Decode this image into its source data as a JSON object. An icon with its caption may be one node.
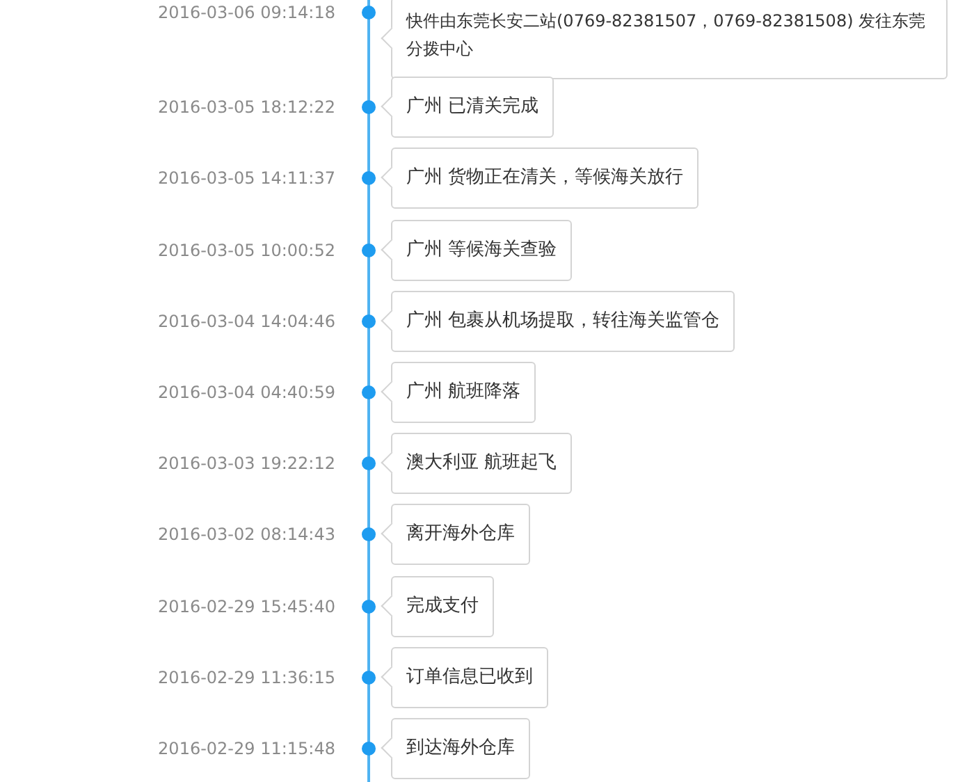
{
  "diagram": {
    "nodes": [
      {
        "text": [
          "快件由东莞长安二站(0769-82381507，0769-82381508) 发往东莞分拨中心"
        ],
        "beside": [
          "2016-03-06 09:14:18"
        ]
      },
      {
        "text": [
          "广州 已清关完成"
        ],
        "beside": [
          "2016-03-05 18:12:22"
        ]
      },
      {
        "text": [
          "广州 货物正在清关，等候海关放行"
        ],
        "beside": [
          "2016-03-05 14:11:37"
        ]
      },
      {
        "text": [
          "广州 等候海关查验"
        ],
        "beside": [
          "2016-03-05 10:00:52"
        ]
      },
      {
        "text": [
          "广州 包裹从机场提取，转往海关监管仓"
        ],
        "beside": [
          "2016-03-04 14:04:46"
        ]
      },
      {
        "text": [
          "广州 航班降落"
        ],
        "beside": [
          "2016-03-04 04:40:59"
        ]
      },
      {
        "text": [
          "澳大利亚 航班起飞"
        ],
        "beside": [
          "2016-03-03 19:22:12"
        ]
      },
      {
        "text": [
          "离开海外仓库"
        ],
        "beside": [
          "2016-03-02 08:14:43"
        ]
      },
      {
        "text": [
          "完成支付"
        ],
        "beside": [
          "2016-02-29 15:45:40"
        ]
      },
      {
        "text": [
          "订单信息已收到"
        ],
        "beside": [
          "2016-02-29 11:36:15"
        ]
      },
      {
        "text": [
          "到达海外仓库"
        ],
        "beside": [
          "2016-02-29 11:15:48"
        ]
      }
    ]
  }
}
